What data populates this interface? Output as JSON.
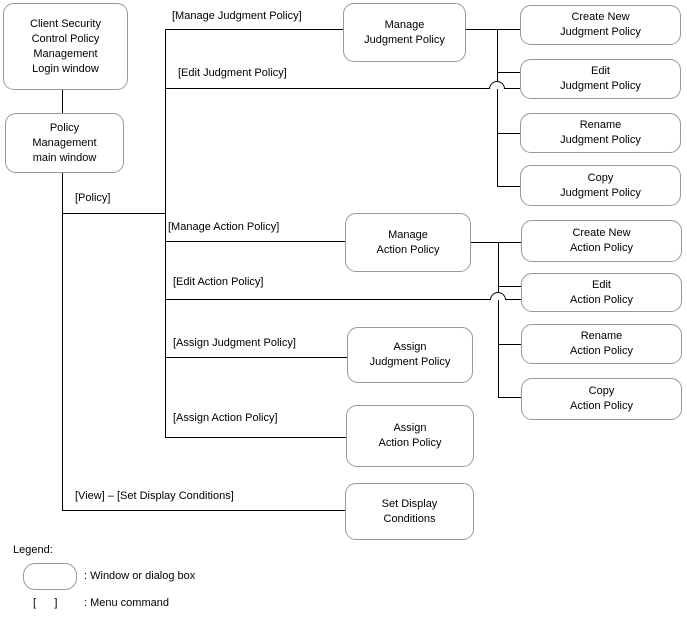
{
  "diagram": {
    "windows": {
      "login": "Client Security\nControl Policy\nManagement\nLogin window",
      "main": "Policy\nManagement\nmain window",
      "manage_judgment": "Manage\nJudgment Policy",
      "manage_action": "Manage\nAction Policy",
      "assign_judgment": "Assign\nJudgment Policy",
      "assign_action": "Assign\nAction Policy",
      "set_display": "Set Display\nConditions",
      "create_judgment": "Create New\nJudgment Policy",
      "edit_judgment": "Edit\nJudgment Policy",
      "rename_judgment": "Rename\nJudgment Policy",
      "copy_judgment": "Copy\nJudgment Policy",
      "create_action": "Create New\nAction Policy",
      "edit_action": "Edit\nAction Policy",
      "rename_action": "Rename\nAction Policy",
      "copy_action": "Copy\nAction Policy"
    },
    "menu_labels": {
      "policy": "[Policy]",
      "manage_judgment": "[Manage Judgment Policy]",
      "edit_judgment": "[Edit Judgment Policy]",
      "manage_action": "[Manage Action Policy]",
      "edit_action": "[Edit Action Policy]",
      "assign_judgment": "[Assign Judgment Policy]",
      "assign_action": "[Assign Action Policy]",
      "view_set_display": "[View] – [Set Display Conditions]"
    }
  },
  "legend": {
    "title": "Legend:",
    "window_desc": ": Window or dialog box",
    "menu_symbol": "[      ]",
    "menu_desc": ": Menu command"
  },
  "colors": {
    "box_border": "#999999",
    "connector": "#000000",
    "text": "#000000"
  }
}
